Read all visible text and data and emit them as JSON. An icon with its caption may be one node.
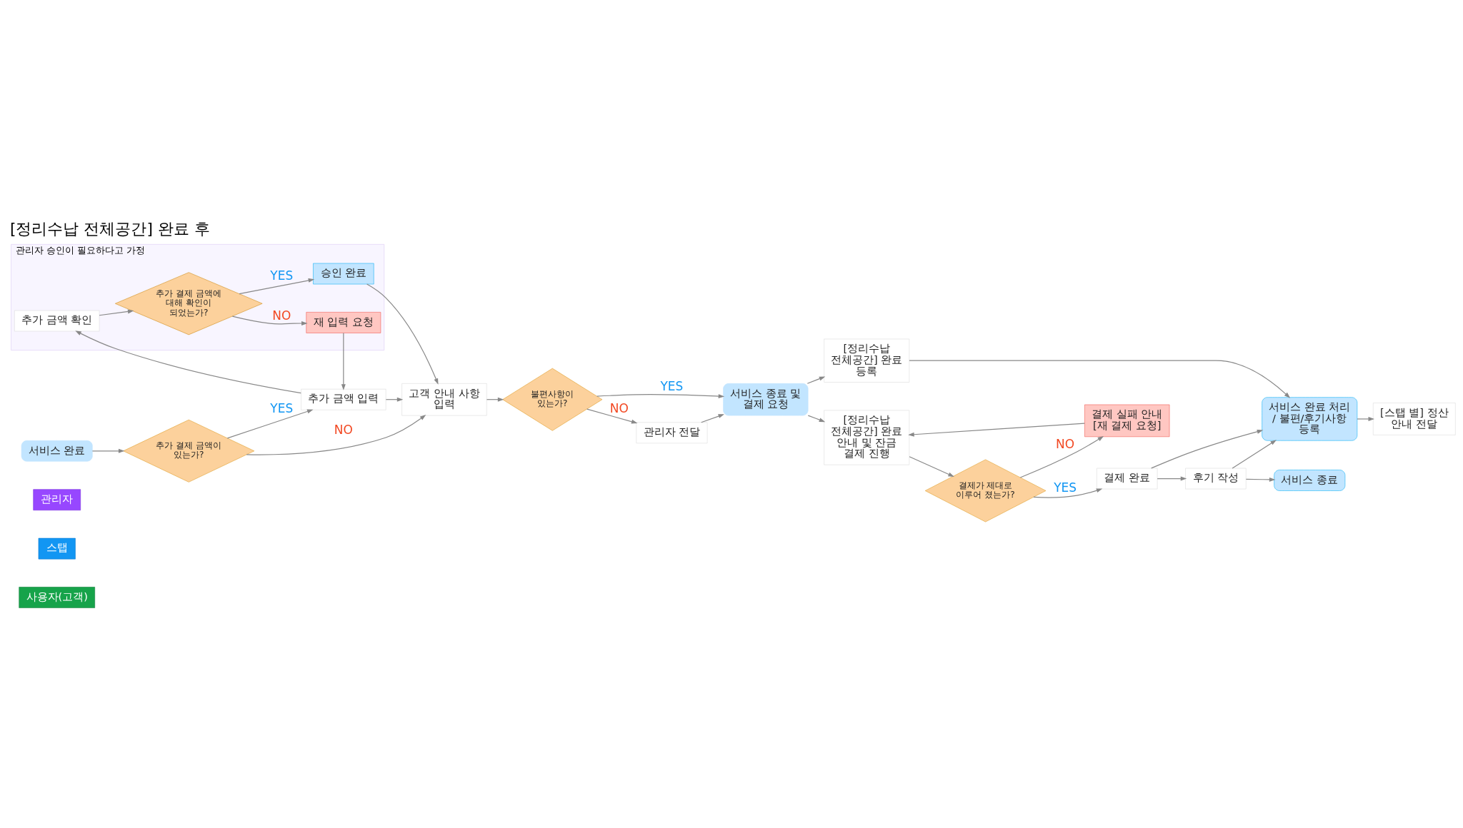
{
  "diagram": {
    "title": "[정리수납 전체공간] 완료 후",
    "nodes": [
      {
        "text": [
          "사용자(고객)"
        ]
      },
      {
        "text": [
          "스탭"
        ]
      },
      {
        "text": [
          "관리자"
        ]
      },
      {
        "text": [
          "서비스 완료"
        ]
      },
      {
        "text": [
          "추가 결제 금액이 있는가?"
        ]
      },
      {
        "text": [
          "추가 금액 입력"
        ]
      },
      {
        "text": [
          "고객 안내 사항 입력"
        ]
      },
      {
        "text": [
          "불편사항이 있는가?"
        ]
      },
      {
        "text": [
          "서비스 종료 및 결제 요청"
        ]
      },
      {
        "text": [
          "관리자 전달"
        ]
      },
      {
        "text": [
          "[스탭 별] 정산 안내 전달"
        ]
      },
      {
        "text": [
          "[정리수납 전체공간] 완료 안내 및 잔금 결제 진행"
        ]
      },
      {
        "text": [
          "결제가 제대로 이루어 졌는가?"
        ]
      },
      {
        "text": [
          "결제 완료"
        ]
      },
      {
        "text": [
          "후기 작성"
        ]
      },
      {
        "text": [
          "서비스 종료"
        ]
      },
      {
        "text": [
          "결제 실패 안내 [재 결제 요청]"
        ]
      },
      {
        "text": [
          "관리자 승인이 필요하다고 가정"
        ]
      },
      {
        "text": [
          "추가 금액 확인"
        ],
        "in": 17
      },
      {
        "text": [
          "추가 결제 금액에 대해 확인이 되었는가?"
        ],
        "in": 17
      },
      {
        "text": [
          "승인 완료"
        ],
        "in": 17
      },
      {
        "text": [
          "재 입력 요청"
        ],
        "in": 17
      },
      {
        "text": [
          "[정리수납 전체공간] 완료 등록"
        ]
      },
      {
        "text": [
          "서비스 완료 처리 / 불편/후기사항 등록"
        ]
      }
    ],
    "edges": [
      {
        "from": 3,
        "to": 4,
        "arrow": "to"
      },
      {
        "from": 4,
        "to": 5,
        "arrow": "to",
        "label": "YES"
      },
      {
        "from": 4,
        "to": 6,
        "arrow": "to",
        "label": "NO"
      },
      {
        "from": 5,
        "to": 6,
        "arrow": "to"
      },
      {
        "from": 5,
        "to": 18,
        "arrow": "to"
      },
      {
        "from": 6,
        "to": 7,
        "arrow": "to"
      },
      {
        "from": 7,
        "to": 8,
        "arrow": "to",
        "label": "YES"
      },
      {
        "from": 7,
        "to": 9,
        "arrow": "to",
        "label": "NO"
      },
      {
        "from": 9,
        "to": 8,
        "arrow": "to"
      },
      {
        "from": 8,
        "to": 11,
        "arrow": "to"
      },
      {
        "from": 8,
        "to": 22,
        "arrow": "to"
      },
      {
        "from": 11,
        "to": 12,
        "arrow": "to"
      },
      {
        "from": 12,
        "to": 13,
        "arrow": "to",
        "label": "YES"
      },
      {
        "from": 12,
        "to": 16,
        "arrow": "to",
        "label": "NO"
      },
      {
        "from": 16,
        "to": 11,
        "arrow": "to"
      },
      {
        "from": 13,
        "to": 14,
        "arrow": "to"
      },
      {
        "from": 14,
        "to": 15,
        "arrow": "to"
      },
      {
        "from": 13,
        "to": 23,
        "arrow": "to"
      },
      {
        "from": 14,
        "to": 23,
        "arrow": "to"
      },
      {
        "from": 22,
        "to": 23,
        "arrow": "to"
      },
      {
        "from": 23,
        "to": 10,
        "arrow": "to"
      },
      {
        "from": 18,
        "to": 19,
        "arrow": "to"
      },
      {
        "from": 19,
        "to": 20,
        "arrow": "to",
        "label": "YES"
      },
      {
        "from": 19,
        "to": 21,
        "arrow": "to",
        "label": "NO"
      },
      {
        "from": 20,
        "to": 6,
        "arrow": "to"
      },
      {
        "from": 21,
        "to": 5,
        "arrow": "to"
      }
    ]
  }
}
